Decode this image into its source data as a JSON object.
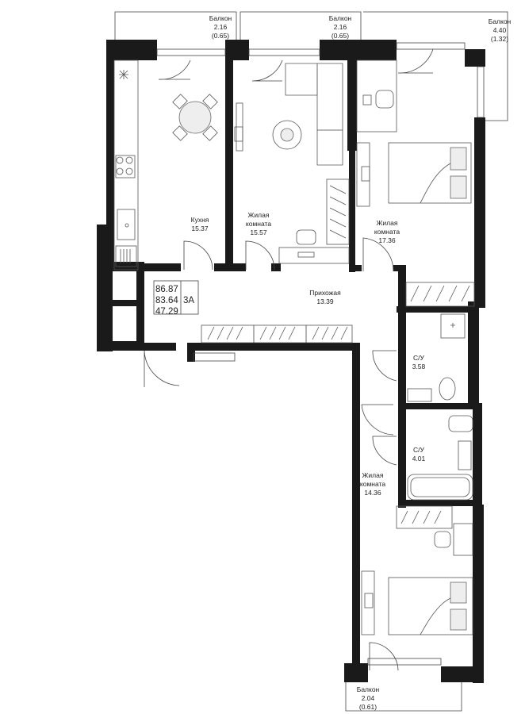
{
  "summary": {
    "total_area": "86.87",
    "living_area_total": "83.64",
    "living_area": "47.29",
    "layout_type": "3A"
  },
  "rooms": {
    "balcony_kitchen": {
      "name": "Балкон",
      "area": "2.16",
      "reduced": "(0.65)"
    },
    "balcony_living": {
      "name": "Балкон",
      "area": "2.16",
      "reduced": "(0.65)"
    },
    "balcony_bedroom": {
      "name": "Балкон",
      "area": "4.40",
      "reduced": "(1.32)"
    },
    "balcony_bottom": {
      "name": "Балкон",
      "area": "2.04",
      "reduced": "(0.61)"
    },
    "kitchen": {
      "name": "Кухня",
      "area": "15.37"
    },
    "living_1": {
      "name_line1": "Жилая",
      "name_line2": "комната",
      "area": "15.57"
    },
    "living_2": {
      "name_line1": "Жилая",
      "name_line2": "комната",
      "area": "17.36"
    },
    "hallway": {
      "name": "Прихожая",
      "area": "13.39"
    },
    "bath_1": {
      "name": "С/У",
      "area": "3.58"
    },
    "bath_2": {
      "name": "С/У",
      "area": "4.01"
    },
    "living_3": {
      "name_line1": "Жилая",
      "name_line2": "комната",
      "area": "14.36"
    }
  },
  "colors": {
    "wall": "#1a1a1a",
    "line": "#444444",
    "background": "#ffffff"
  }
}
